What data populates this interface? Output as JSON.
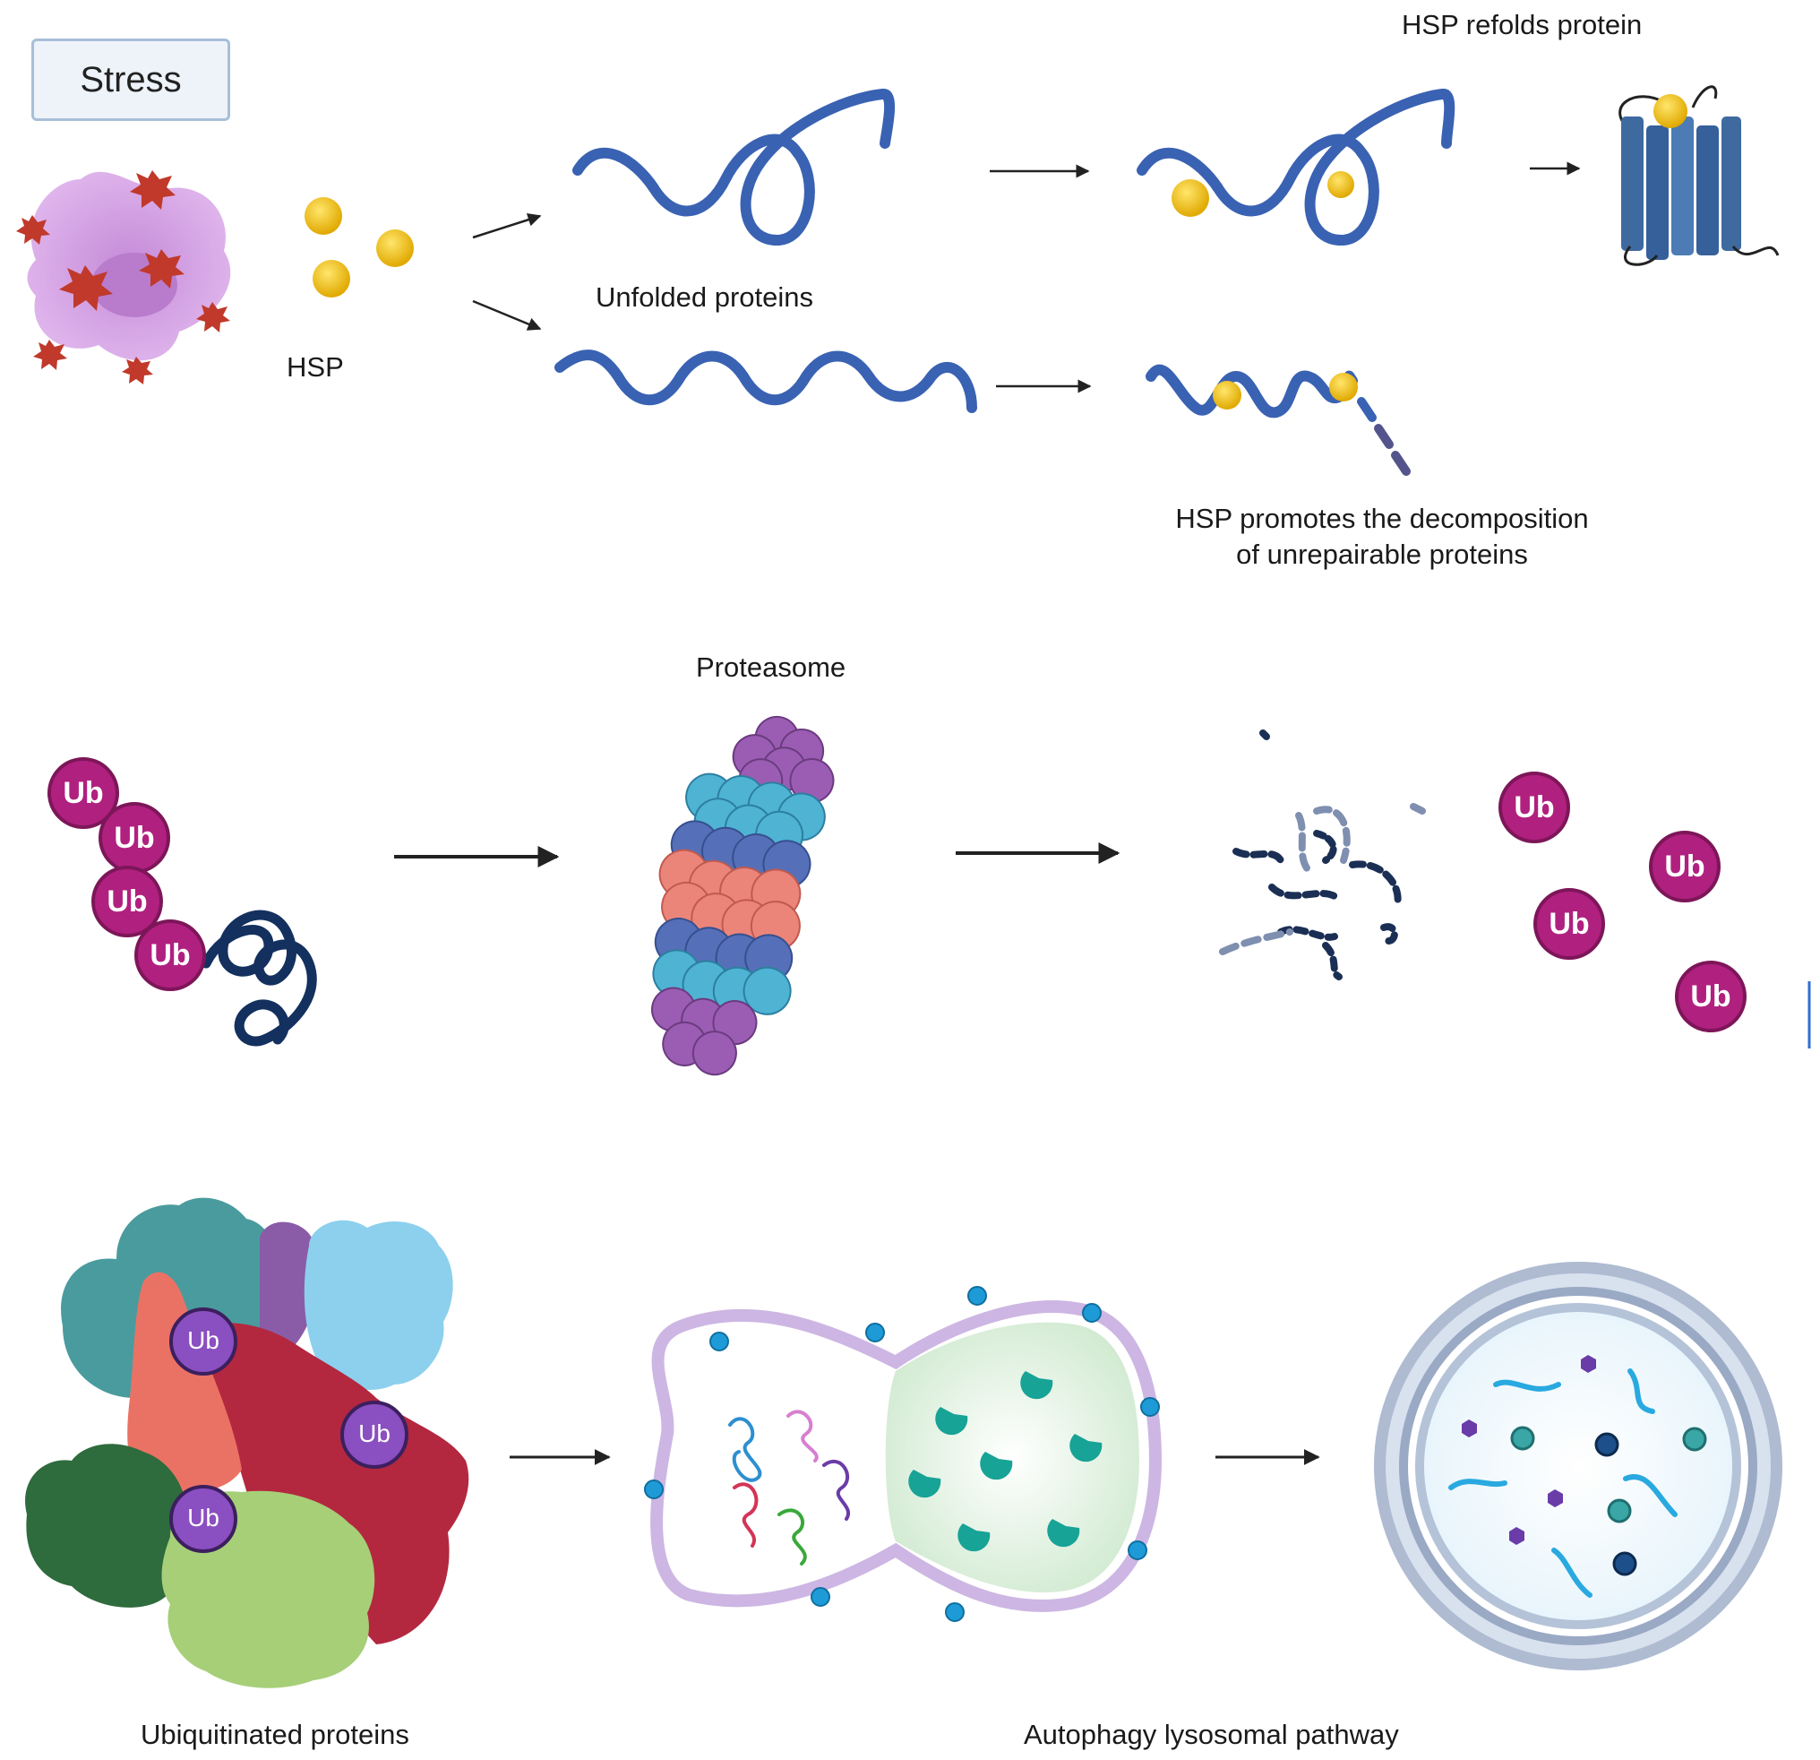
{
  "labels": {
    "stress": "Stress",
    "hsp": "HSP",
    "unfolded": "Unfolded proteins",
    "refolds": "HSP refolds protein",
    "decomp_line1": "HSP promotes the decomposition",
    "decomp_line2": "of unrepairable proteins",
    "proteasome": "Proteasome",
    "ubiquitinated": "Ubiquitinated proteins",
    "autophagy": "Autophagy lysosomal pathway",
    "ub": "Ub"
  },
  "colors": {
    "protein_blue": "#3a62b3",
    "hsp_yellow": "#f2b705",
    "ub_magenta": "#b0207f",
    "ub_purple": "#8a4fc0",
    "ros_red": "#c0392b",
    "cell_pink": "#d9a6e6",
    "proteasome_purple": "#9b5db3",
    "proteasome_cyan": "#4fb3d4",
    "proteasome_blue": "#5570b8",
    "proteasome_salmon": "#ec8579",
    "fragment_navy": "#1b2f55",
    "lysosome_teal": "#17a396",
    "membrane_lavender": "#cdb6e3"
  }
}
